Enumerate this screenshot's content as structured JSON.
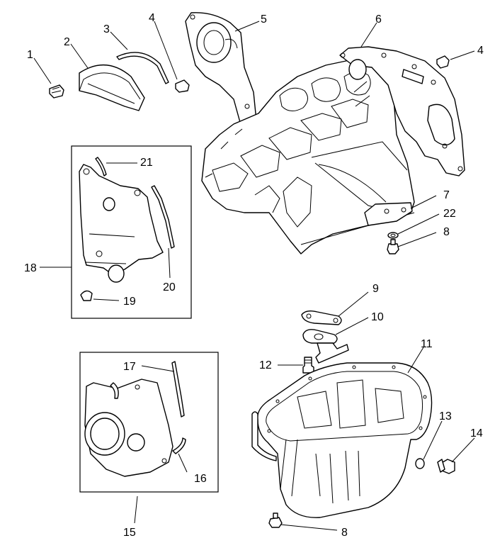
{
  "callouts": {
    "c1": "1",
    "c2": "2",
    "c3": "3",
    "c4a": "4",
    "c4b": "4",
    "c5": "5",
    "c6": "6",
    "c7": "7",
    "c8a": "8",
    "c8b": "8",
    "c9": "9",
    "c10": "10",
    "c11": "11",
    "c12": "12",
    "c13": "13",
    "c14": "14",
    "c15": "15",
    "c16": "16",
    "c17": "17",
    "c18": "18",
    "c19": "19",
    "c20": "20",
    "c21": "21",
    "c22": "22"
  },
  "colors": {
    "line": "#000000",
    "background": "#ffffff"
  }
}
